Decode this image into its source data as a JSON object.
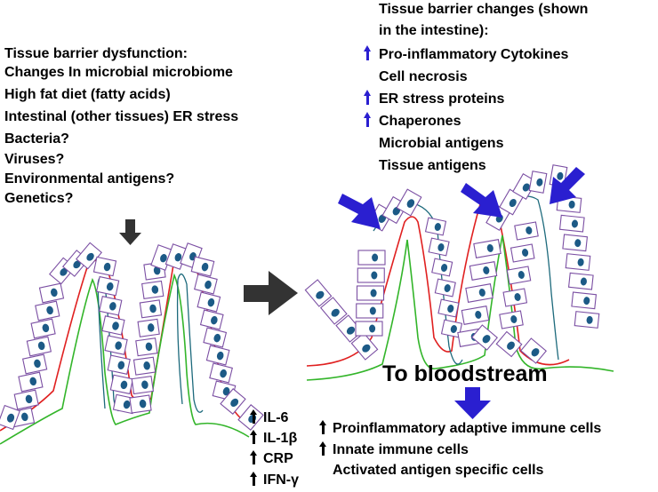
{
  "left_panel": {
    "title": "Tissue barrier dysfunction:",
    "causes": [
      "Changes In microbial microbiome",
      "High fat diet (fatty acids)",
      "Intestinal (other tissues) ER stress",
      "Bacteria?",
      "Viruses?",
      "Environmental antigens?",
      "Genetics?"
    ]
  },
  "right_panel": {
    "title_line1": "Tissue barrier changes (shown",
    "title_line2": "in the intestine):",
    "changes": [
      {
        "text": "Pro-inflammatory Cytokines",
        "arrow": "up"
      },
      {
        "text": "Cell necrosis",
        "arrow": "none"
      },
      {
        "text": "ER stress proteins",
        "arrow": "up"
      },
      {
        "text": "Chaperones",
        "arrow": "up"
      },
      {
        "text": "Microbial antigens",
        "arrow": "none"
      },
      {
        "text": "Tissue antigens",
        "arrow": "none"
      }
    ]
  },
  "bloodstream_label": "To bloodstream",
  "serum_markers": [
    "IL-6",
    "IL-1β",
    "CRP",
    "IFN-γ"
  ],
  "immune_effects": [
    {
      "text": "Proinflammatory adaptive immune cells",
      "arrow": "up"
    },
    {
      "text": "Innate immune cells",
      "arrow": "up"
    },
    {
      "text": "Activated antigen specific cells",
      "arrow": "none"
    }
  ],
  "colors": {
    "cell_outline": "#7b4fa3",
    "nucleus": "#1c5a86",
    "lamina_red": "#e02020",
    "lamina_green": "#33b52a",
    "capillary_teal": "#1d6a7c",
    "damage_arrow": "#2a1fd0",
    "flow_arrow": "#333333"
  }
}
